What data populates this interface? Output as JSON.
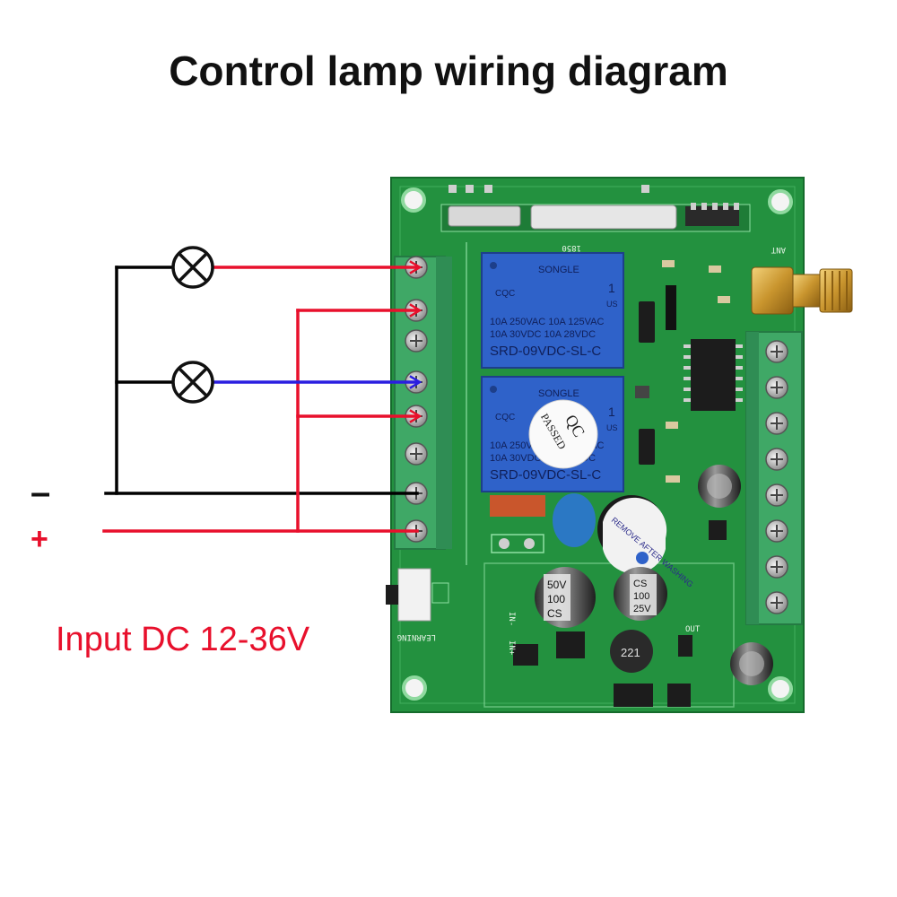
{
  "title": "Control lamp wiring diagram",
  "input_label": "Input DC 12-36V",
  "polarity": {
    "negative": "–",
    "positive": "+"
  },
  "relay": {
    "brand": "SONGLE",
    "rating_line1": "10A 250VAC  10A 125VAC",
    "rating_line2": "10A  30VDC  10A  28VDC",
    "model": "SRD-09VDC-SL-C",
    "cert": "CQC",
    "cert2": "1",
    "cert3": "US"
  },
  "qc_sticker": {
    "top": "QC",
    "bottom": "PASSED"
  },
  "buzzer_label": "REMOVE AFTER WASHING",
  "capacitor_50v": {
    "cs": "CS",
    "value": "100",
    "voltage": "50V"
  },
  "capacitor_25v": {
    "cs": "CS",
    "value": "100",
    "voltage": "25V"
  },
  "inductor_label": "221",
  "board_marks": {
    "ant": "ANT",
    "learning": "LEARNING",
    "code": "1850",
    "in_minus": "IN-",
    "in_plus": "IN+",
    "out": "OUT"
  },
  "colors": {
    "wire_red": "#e8102c",
    "wire_blue": "#2a1ee0",
    "wire_black": "#000000",
    "pcb_green": "#1f8a3e",
    "terminal_green": "#3fa866",
    "relay_blue": "#2f62c9"
  },
  "icons": [
    "lamp-icon",
    "antenna-connector-icon",
    "screw-terminal-icon"
  ]
}
